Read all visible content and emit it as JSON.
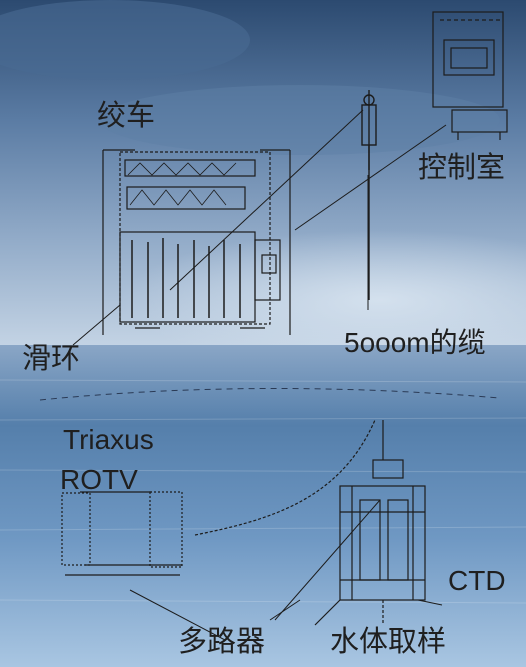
{
  "labels": {
    "winch": "绞车",
    "control_room": "控制室",
    "slip_ring": "滑环",
    "cable": "5ooom的缆",
    "triaxus_line1": "Triaxus",
    "triaxus_line2": "ROTV",
    "ctd": "CTD",
    "multiplexer": "多路器",
    "water_sampling": "水体取样"
  },
  "colors": {
    "sky_top": "#2f4f76",
    "sky_mid": "#6b88ac",
    "horizon": "#b9cbe0",
    "sea_top": "#3f6f9f",
    "sea_bottom": "#8fb2d6",
    "sketch": "#1c1c1c"
  }
}
